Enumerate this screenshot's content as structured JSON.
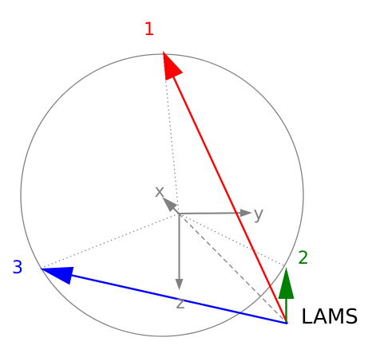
{
  "labels": {
    "vec1": "1",
    "vec2": "2",
    "vec3": "3",
    "x": "x",
    "y": "y",
    "z": "z",
    "origin": "LAMS"
  },
  "colors": {
    "vec1": "#ff0000",
    "vec2": "#008000",
    "vec3": "#0000ff",
    "axes": "#808080",
    "sphere": "#808080",
    "guides": "#808080",
    "text": "#000000"
  }
}
